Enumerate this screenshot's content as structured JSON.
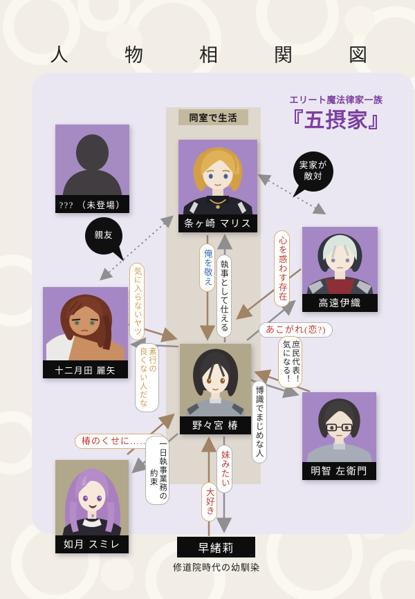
{
  "header": {
    "title": "人物相関図",
    "family_tag": "エリート魔法律家一族",
    "family_name": "『五摂家』"
  },
  "group": {
    "room_share_label": "同室で生活"
  },
  "people": [
    {
      "id": "unknown",
      "name": "??? （未登場）"
    },
    {
      "id": "maris",
      "name": "条ヶ崎 マリス"
    },
    {
      "id": "iori",
      "name": "高遠伊織"
    },
    {
      "id": "reiya",
      "name": "十二月田 麗矢"
    },
    {
      "id": "tsubaki",
      "name": "野々宮 椿"
    },
    {
      "id": "saemon",
      "name": "明智 左衛門"
    },
    {
      "id": "sumire",
      "name": "如月 スミレ"
    },
    {
      "id": "saori",
      "name": "早緒莉",
      "note": "修道院時代の幼馴染"
    }
  ],
  "relationships": [
    {
      "from": "条ヶ崎 マリス",
      "to": "十二月田 麗矢",
      "label": "親友",
      "mutual": true,
      "style": "black-bubble-dotted"
    },
    {
      "from": "条ヶ崎 マリス",
      "to": "高遠伊織",
      "label": "実家が敵対",
      "cols": [
        "実家が",
        "敵対"
      ],
      "mutual": true,
      "style": "black-bubble-dotted"
    },
    {
      "from": "条ヶ崎 マリス",
      "to": "野々宮 椿",
      "label": "俺を敬え",
      "color": "#3f6db5"
    },
    {
      "from": "野々宮 椿",
      "to": "条ヶ崎 マリス",
      "label": "執事として仕える",
      "color": "#222222"
    },
    {
      "from": "十二月田 麗矢",
      "to": "野々宮 椿",
      "label": "気に入らないヤツ",
      "color": "#cfa052"
    },
    {
      "from": "野々宮 椿",
      "to": "十二月田 麗矢",
      "label": "素行の良くない人だな",
      "cols": [
        "素行の",
        "良くない人だな"
      ],
      "color": "#cfa052"
    },
    {
      "from": "高遠伊織",
      "to": "野々宮 椿",
      "label": "心を惑わす存在",
      "color": "#c0392f"
    },
    {
      "from": "野々宮 椿",
      "to": "高遠伊織",
      "label": "あこがれ(恋?)",
      "color": "#c0392f"
    },
    {
      "from": "明智 左衛門",
      "to": "野々宮 椿",
      "label": "庶民代表！気になる！",
      "cols": [
        "庶民代表！",
        "気になる！"
      ],
      "color": "#222222"
    },
    {
      "from": "野々宮 椿",
      "to": "明智 左衛門",
      "label": "博識でまじめな人",
      "color": "#222222"
    },
    {
      "from": "如月 スミレ",
      "to": "野々宮 椿",
      "label": "椿のくせに……！",
      "color": "#c0392f"
    },
    {
      "from": "野々宮 椿",
      "to": "如月 スミレ",
      "label": "一日執事業務の約束",
      "cols": [
        "一日執事業務の",
        "約束"
      ],
      "color": "#222222"
    },
    {
      "from": "早緒莉",
      "to": "野々宮 椿",
      "label": "大好き",
      "color": "#c0392f"
    },
    {
      "from": "野々宮 椿",
      "to": "早緒莉",
      "label": "妹みたい",
      "color": "#c0392f"
    }
  ],
  "colors": {
    "panel": "#eae7f2",
    "paper": "#f2eee5",
    "band": "#ddd7cb",
    "portrait_purple": "#a687c5",
    "portrait_tan": "#b1a78a",
    "arrow_toward_tsubaki": "#a18366",
    "arrow_from_tsubaki": "#8f8f8f",
    "accent_purple": "#7b3fa0"
  }
}
